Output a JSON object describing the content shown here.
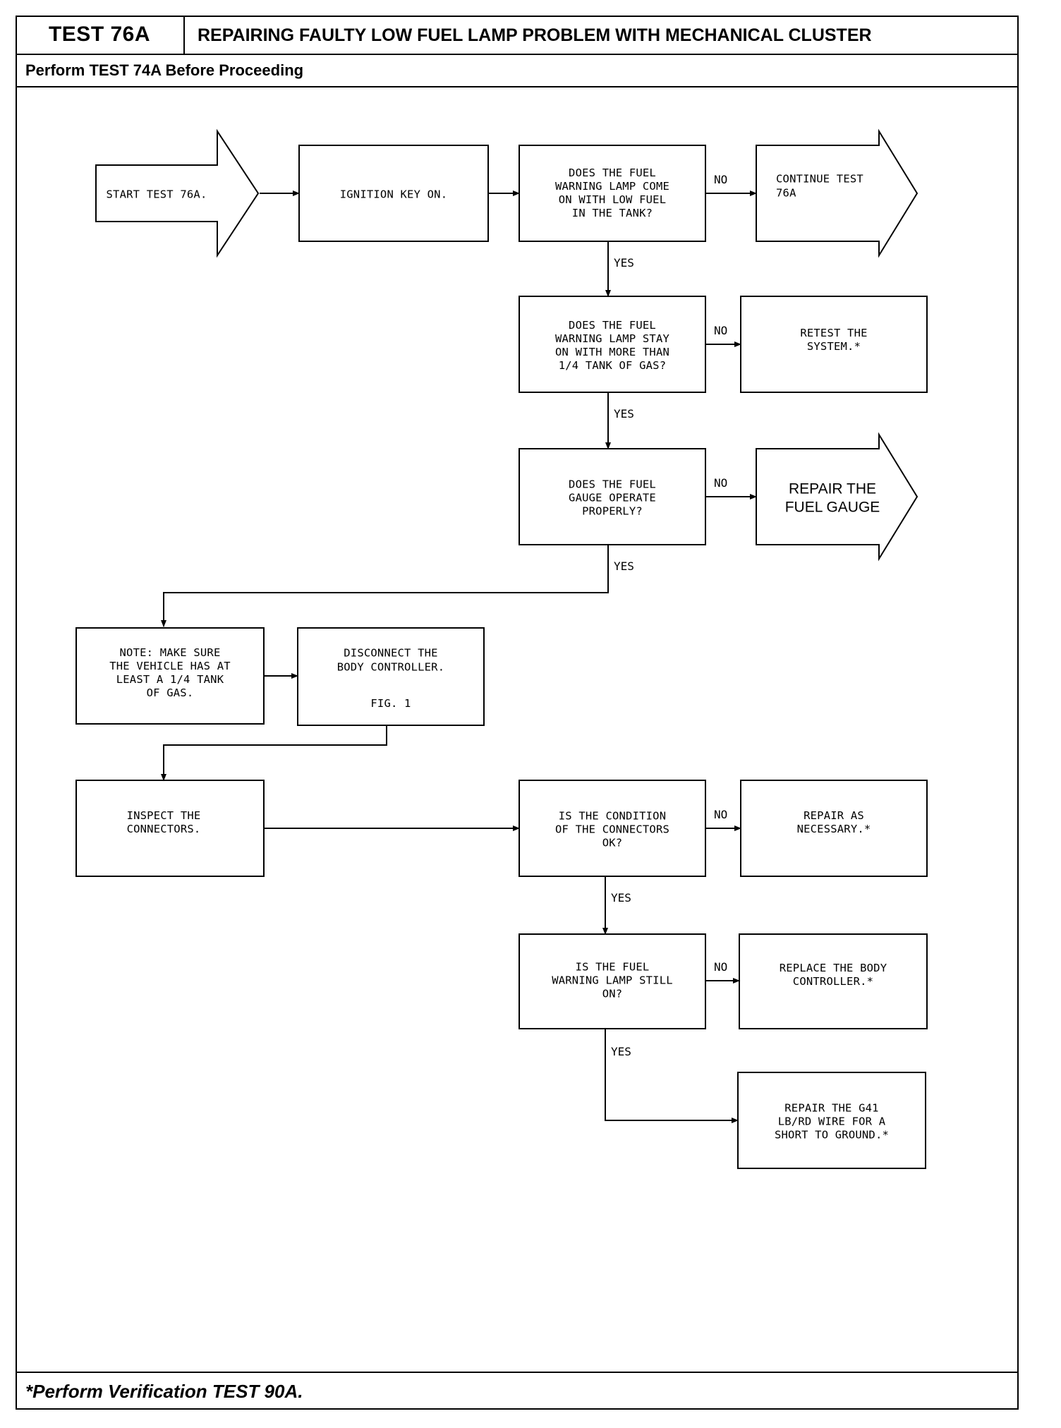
{
  "header": {
    "test_label": "TEST 76A",
    "title": "REPAIRING FAULTY LOW FUEL LAMP PROBLEM WITH MECHANICAL CLUSTER",
    "subtitle": "Perform TEST 74A Before Proceeding"
  },
  "footer": {
    "note": "*Perform Verification TEST 90A."
  },
  "flowchart": {
    "start": [
      "START TEST 76A."
    ],
    "ignition": [
      "IGNITION KEY ON."
    ],
    "q1": [
      "DOES THE FUEL",
      "WARNING LAMP COME",
      "ON WITH LOW FUEL",
      "IN THE TANK?"
    ],
    "continue": [
      "CONTINUE TEST",
      "76A"
    ],
    "q2": [
      "DOES THE FUEL",
      "WARNING LAMP STAY",
      "ON WITH MORE THAN",
      "1/4 TANK OF GAS?"
    ],
    "retest": [
      "RETEST THE",
      "SYSTEM.*"
    ],
    "q3": [
      "DOES THE FUEL",
      "GAUGE OPERATE",
      "PROPERLY?"
    ],
    "repair_gauge": [
      "REPAIR THE",
      "FUEL GAUGE"
    ],
    "note": [
      "NOTE:  MAKE SURE",
      "THE VEHICLE HAS AT",
      "LEAST A 1/4 TANK",
      "OF GAS."
    ],
    "disconnect": [
      "DISCONNECT THE",
      "BODY CONTROLLER."
    ],
    "fig": "FIG. 1",
    "inspect": [
      "INSPECT THE",
      "CONNECTORS."
    ],
    "q4": [
      "IS THE CONDITION",
      "OF THE CONNECTORS",
      "OK?"
    ],
    "repair_nec": [
      "REPAIR AS",
      "NECESSARY.*"
    ],
    "q5": [
      "IS THE FUEL",
      "WARNING LAMP STILL",
      "ON?"
    ],
    "replace": [
      "REPLACE THE BODY",
      "CONTROLLER.*"
    ],
    "repair_wire": [
      "REPAIR THE G41",
      "LB/RD WIRE FOR A",
      "SHORT TO GROUND.*"
    ],
    "yes": "YES",
    "no": "NO"
  }
}
